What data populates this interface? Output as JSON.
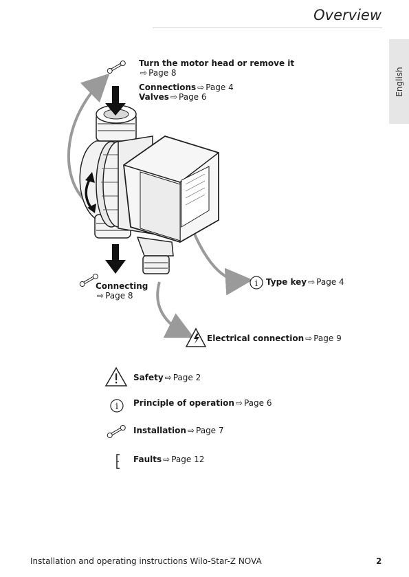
{
  "header": {
    "title": "Overview"
  },
  "side_tab": {
    "language": "English"
  },
  "arrow_glyph": "⇨",
  "callouts": {
    "motor_head": {
      "text": "Turn the motor head or remove it",
      "page": "Page 8"
    },
    "connections": {
      "text": "Connections",
      "page": "Page 4"
    },
    "valves": {
      "text": "Valves",
      "page": "Page 6"
    },
    "connecting": {
      "text": "Connecting",
      "page": "Page 8"
    },
    "type_key": {
      "text": "Type key",
      "page": "Page 4"
    },
    "electrical": {
      "text": "Electrical connection",
      "page": "Page 9"
    }
  },
  "index": [
    {
      "text": "Safety",
      "page": "Page 2",
      "icon": "warning-triangle-icon"
    },
    {
      "text": "Principle of operation",
      "page": "Page 6",
      "icon": "info-icon"
    },
    {
      "text": "Installation",
      "page": "Page 7",
      "icon": "wrench-icon"
    },
    {
      "text": "Faults",
      "page": "Page 12",
      "icon": "fault-bracket-icon"
    }
  ],
  "footer": {
    "doc_title": "Installation and operating instructions Wilo-Star-Z NOVA",
    "page_number": "2"
  }
}
